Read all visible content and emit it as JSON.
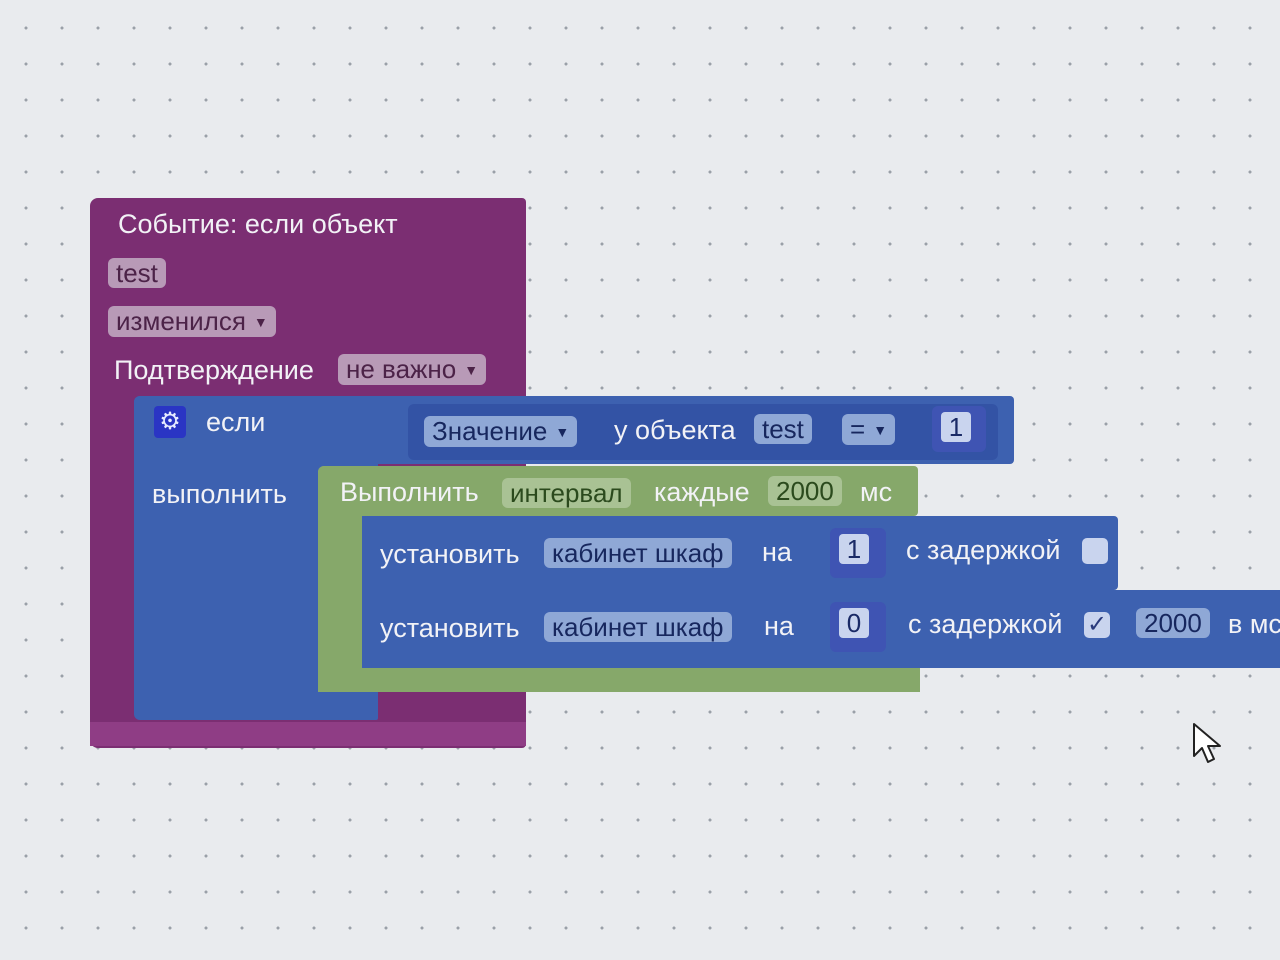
{
  "event_block": {
    "title": "Событие: если объект",
    "object": "test",
    "trigger": "изменился",
    "ack_label": "Подтверждение",
    "ack_value": "не важно"
  },
  "if_block": {
    "if_label": "если",
    "do_label": "выполнить",
    "condition": {
      "attribute": "Значение",
      "of_object_label": "у объекта",
      "object": "test",
      "operator": "=",
      "value": "1"
    }
  },
  "interval_block": {
    "prefix": "Выполнить",
    "kind": "интервал",
    "every_label": "каждые",
    "value": "2000",
    "unit": "мс"
  },
  "set_blocks": [
    {
      "set_label": "установить",
      "target": "кабинет шкаф",
      "to_label": "на",
      "value": "1",
      "delay_label": "с задержкой",
      "delay_checked": ""
    },
    {
      "set_label": "установить",
      "target": "кабинет шкаф",
      "to_label": "на",
      "value": "0",
      "delay_label": "с задержкой",
      "delay_checked": "✓",
      "delay_value": "2000",
      "delay_unit": "в мс"
    }
  ],
  "colors": {
    "event": "#7b2e72",
    "logic": "#3d61b0",
    "action": "#86a86a",
    "workspace": "#e9ebee"
  }
}
